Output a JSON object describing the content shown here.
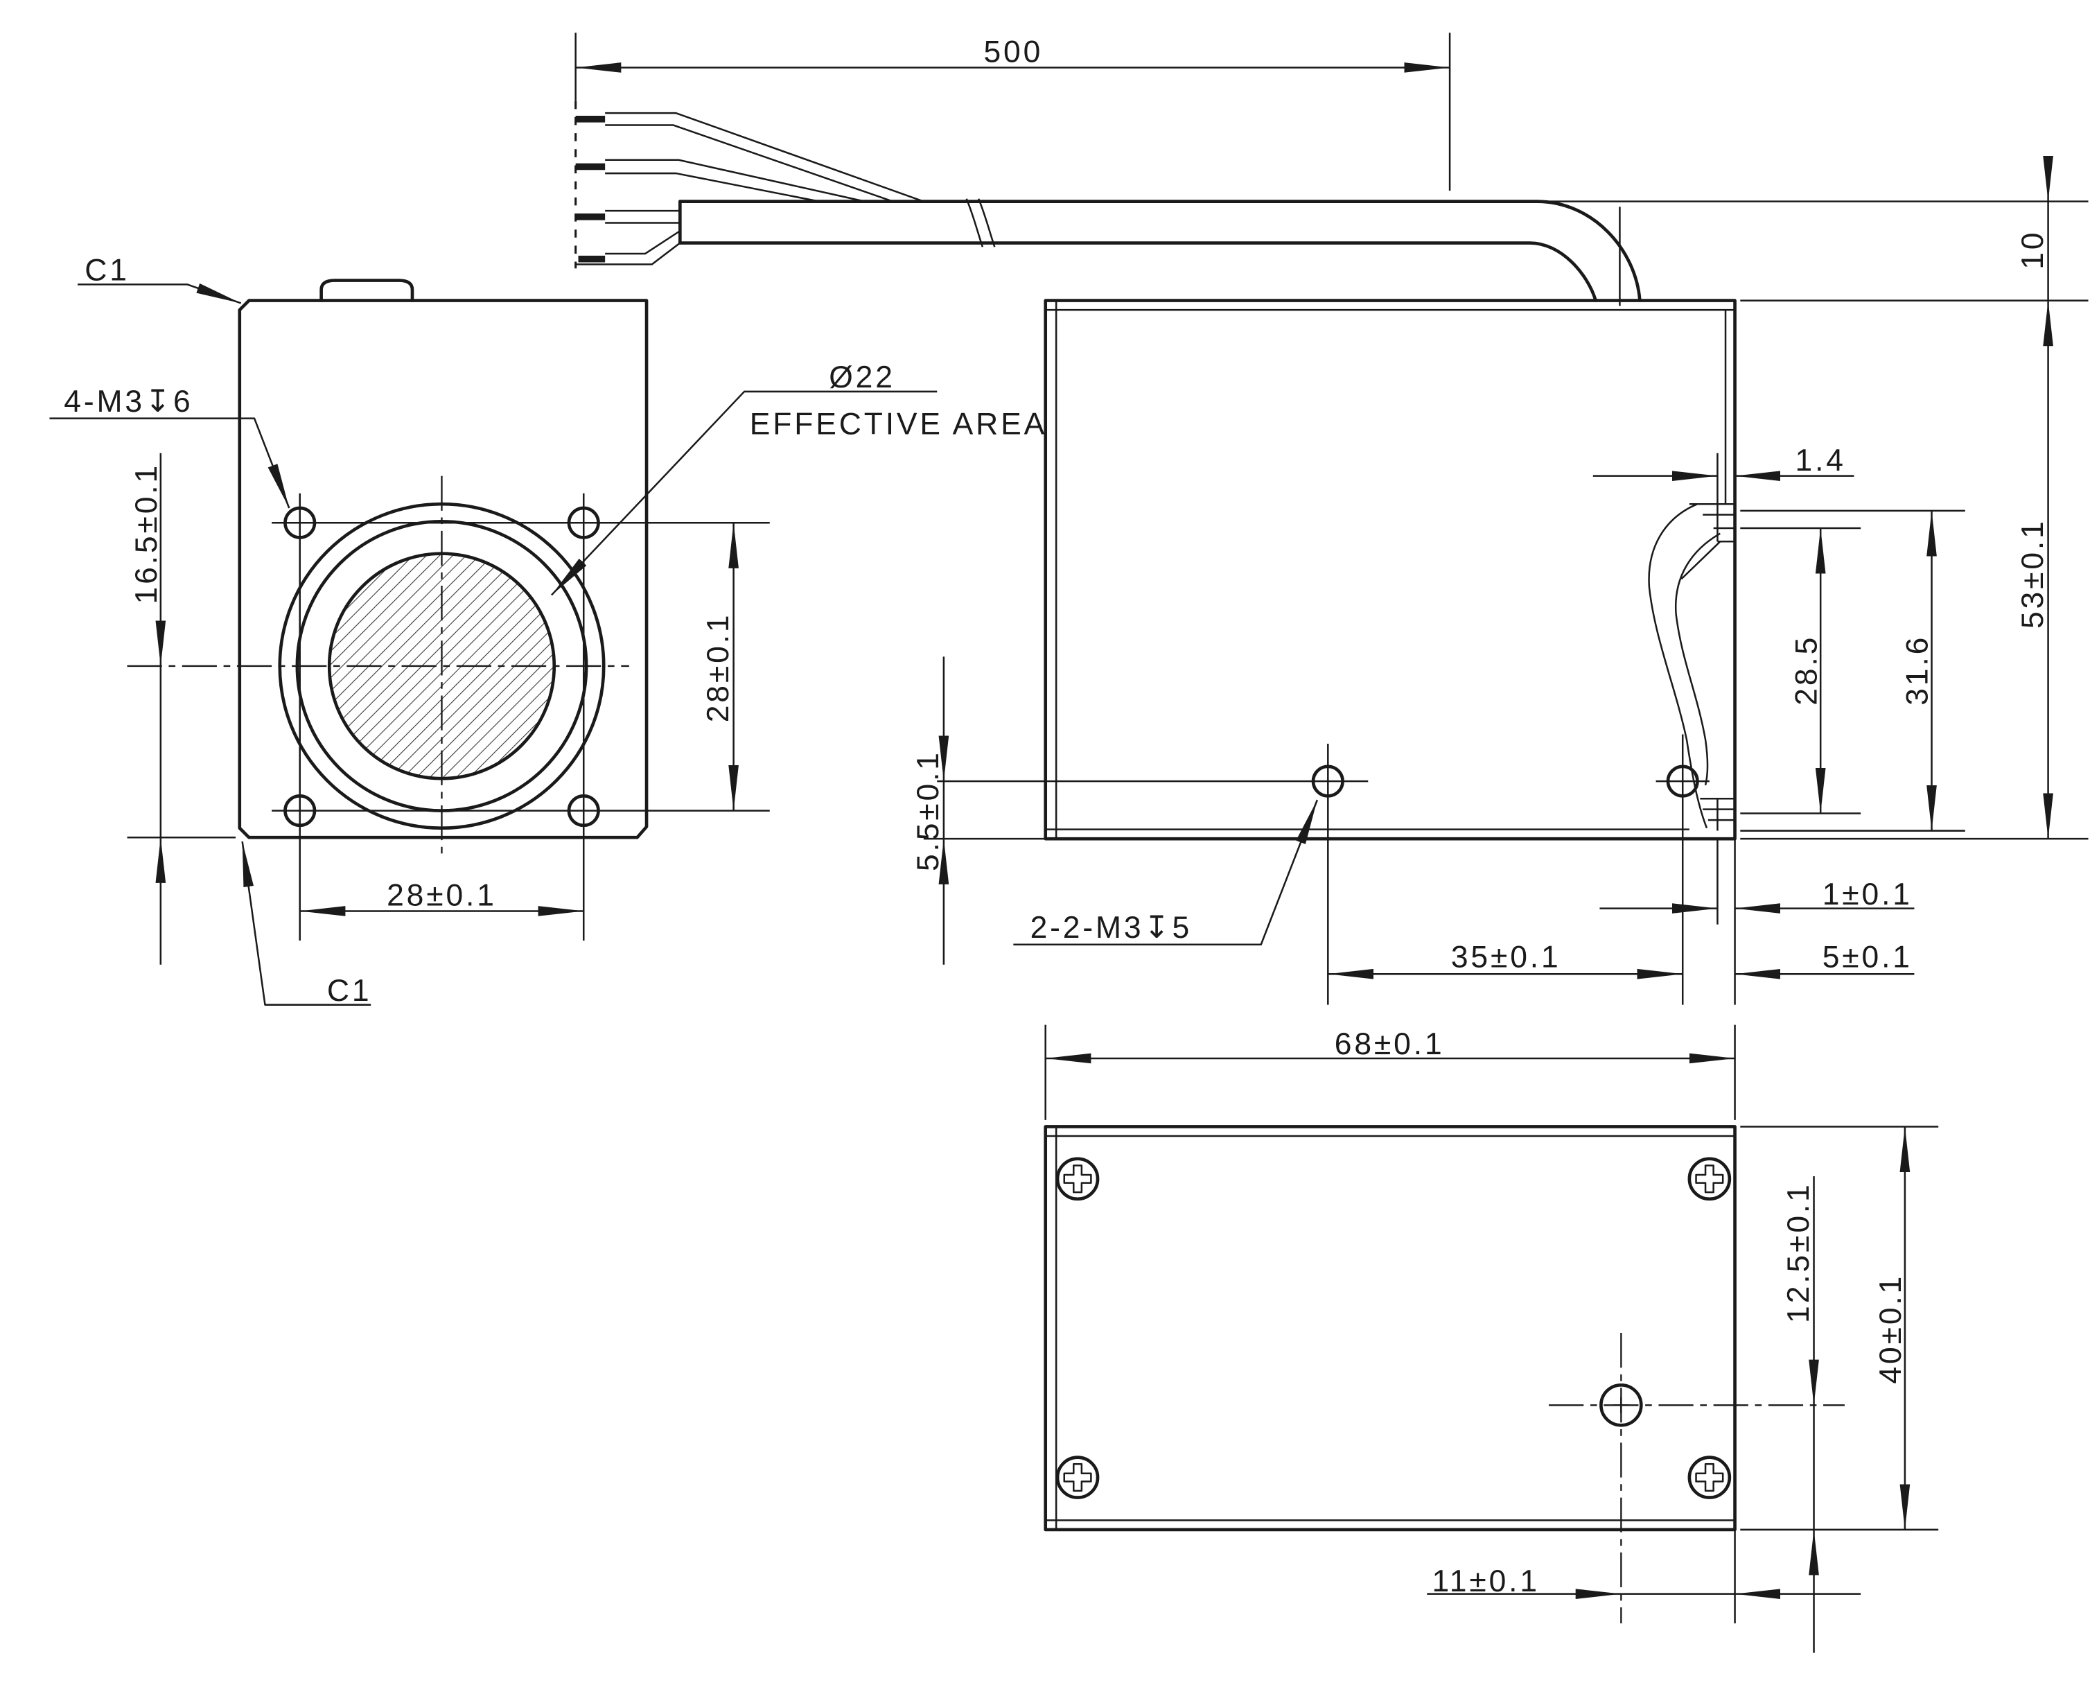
{
  "front_view": {
    "chamfer_top_label": "C1",
    "chamfer_bottom_label": "C1",
    "tapped_holes_label": "4-M3↧6",
    "effective_diameter_label": "Ø22",
    "effective_area_label": "EFFECTIVE AREA",
    "dim_center_to_bottom": "16.5±0.1",
    "dim_hole_pitch_vertical": "28±0.1",
    "dim_hole_pitch_horizontal": "28±0.1"
  },
  "side_view": {
    "dim_cable_length": "500",
    "dim_cable_height": "10",
    "dim_body_height": "53±0.1",
    "dim_window_inner": "28.5",
    "dim_window_outer": "31.6",
    "dim_window_recess": "1.4",
    "dim_hole_height": "5.5±0.1",
    "mounting_holes_label": "2-2-M3↧5",
    "dim_hole_pitch": "35±0.1",
    "dim_hole_edge": "5±0.1",
    "dim_window_flange": "1±0.1"
  },
  "bottom_view": {
    "dim_body_length": "68±0.1",
    "dim_body_width": "40±0.1",
    "dim_hole_from_edge_y": "12.5±0.1",
    "dim_hole_from_edge_x": "11±0.1"
  },
  "colors": {
    "line": "#1a1a1a",
    "background": "#ffffff"
  }
}
